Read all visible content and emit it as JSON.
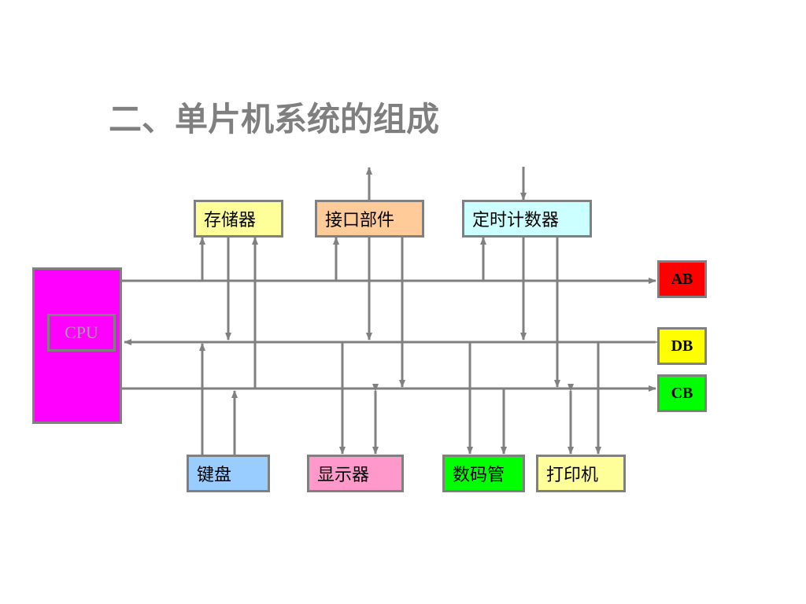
{
  "title": "二、单片机系统的组成",
  "cpu": {
    "label": "CPU",
    "color": "#ff00ff"
  },
  "buses": {
    "ab": {
      "label": "AB",
      "color": "#ff0000"
    },
    "db": {
      "label": "DB",
      "color": "#ffff00"
    },
    "cb": {
      "label": "CB",
      "color": "#00ff00"
    }
  },
  "top_modules": [
    {
      "label": "存储器",
      "color": "#ffff99"
    },
    {
      "label": "接口部件",
      "color": "#ffcc99"
    },
    {
      "label": "定时计数器",
      "color": "#ccffff"
    }
  ],
  "bottom_modules": [
    {
      "label": "键盘",
      "color": "#99ccff"
    },
    {
      "label": "显示器",
      "color": "#ff99cc"
    },
    {
      "label": "数码管",
      "color": "#00ff00"
    },
    {
      "label": "打印机",
      "color": "#ffff99"
    }
  ],
  "line_color": "#808080"
}
